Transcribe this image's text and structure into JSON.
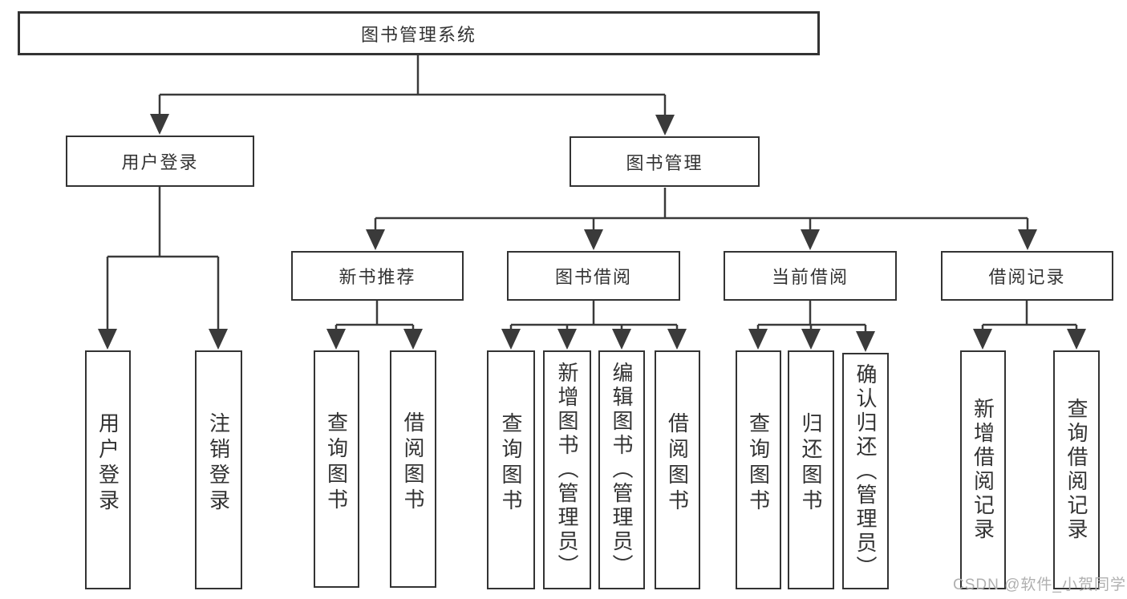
{
  "diagram": {
    "root": {
      "label": "图书管理系统"
    },
    "branches": [
      {
        "label": "用户登录",
        "children": [
          {
            "label": "用户登录"
          },
          {
            "label": "注销登录"
          }
        ]
      },
      {
        "label": "图书管理",
        "children": [
          {
            "label": "新书推荐",
            "children": [
              {
                "label": "查询图书"
              },
              {
                "label": "借阅图书"
              }
            ]
          },
          {
            "label": "图书借阅",
            "children": [
              {
                "label": "查询图书"
              },
              {
                "label": "新增图书（管理员）"
              },
              {
                "label": "编辑图书（管理员）"
              },
              {
                "label": "借阅图书"
              }
            ]
          },
          {
            "label": "当前借阅",
            "children": [
              {
                "label": "查询图书"
              },
              {
                "label": "归还图书"
              },
              {
                "label": "确认归还（管理员）"
              }
            ]
          },
          {
            "label": "借阅记录",
            "children": [
              {
                "label": "新增借阅记录"
              },
              {
                "label": "查询借阅记录"
              }
            ]
          }
        ]
      }
    ]
  },
  "watermark": {
    "text": "CSDN @软件_小贺同学"
  },
  "colors": {
    "line": "#3a3a3a",
    "box_border": "#333333",
    "text": "#333333",
    "background": "#ffffff",
    "watermark": "#b0b0b0"
  }
}
